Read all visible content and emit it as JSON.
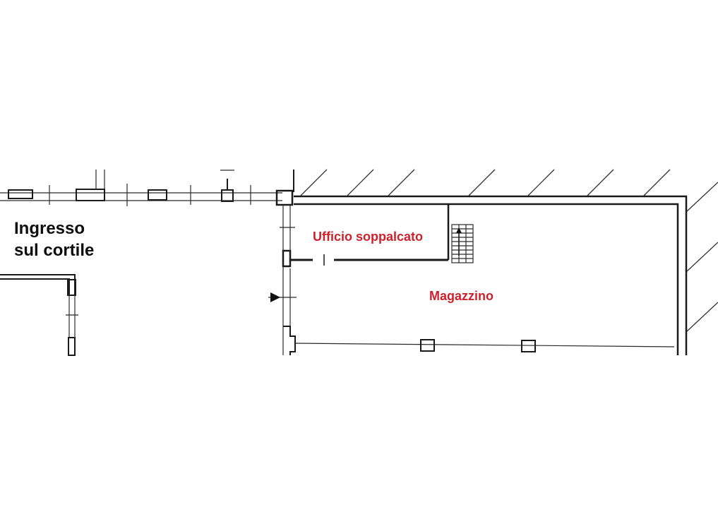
{
  "labels": {
    "entrance_line1": "Ingresso",
    "entrance_line2": "sul cortile",
    "mezzanine_office": "Ufficio soppalcato",
    "warehouse": "Magazzino"
  },
  "colors": {
    "black_label": "#0d0d0d",
    "red_label": "#d0212b",
    "lines": "#1a1a1a"
  }
}
